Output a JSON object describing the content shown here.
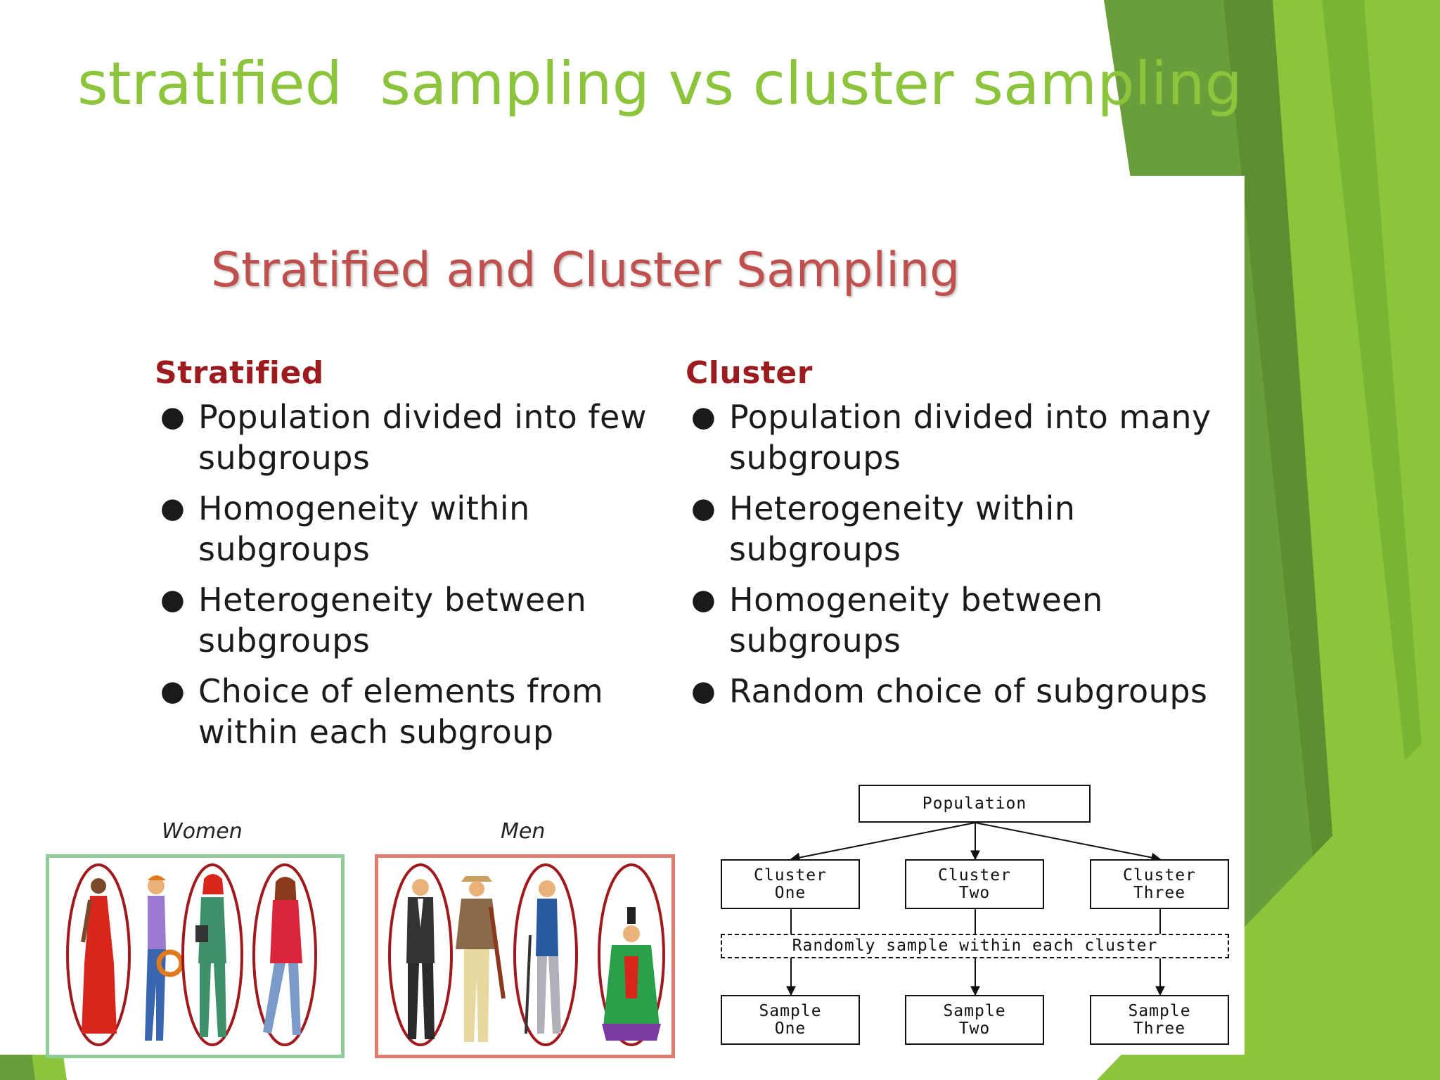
{
  "slide": {
    "title": "stratified  sampling vs cluster sampling",
    "accent_color": "#8cc43c",
    "background_shapes": "green-triangles"
  },
  "content": {
    "title": "Stratified and Cluster Sampling",
    "title_color": "#c0504d",
    "stratified": {
      "heading": "Stratified",
      "bullets": [
        "Population divided into few subgroups",
        "Homogeneity within subgroups",
        "Heterogeneity between subgroups",
        "Choice of elements from within each subgroup"
      ]
    },
    "cluster": {
      "heading": "Cluster",
      "bullets": [
        "Population divided into many subgroups",
        "Heterogeneity within subgroups",
        "Homogeneity between subgroups",
        "Random choice of subgroups"
      ]
    },
    "heading_color": "#9b1b1e"
  },
  "illustration": {
    "women_label": "Women",
    "men_label": "Men",
    "women_box_color": "#90cc9a",
    "men_box_color": "#e07b6e",
    "ellipse_color": "#a0191c"
  },
  "diagram": {
    "population": "Population",
    "clusters": [
      "Cluster\nOne",
      "Cluster\nTwo",
      "Cluster\nThree"
    ],
    "sample_step": "Randomly sample within each cluster",
    "samples": [
      "Sample\nOne",
      "Sample\nTwo",
      "Sample\nThree"
    ]
  }
}
